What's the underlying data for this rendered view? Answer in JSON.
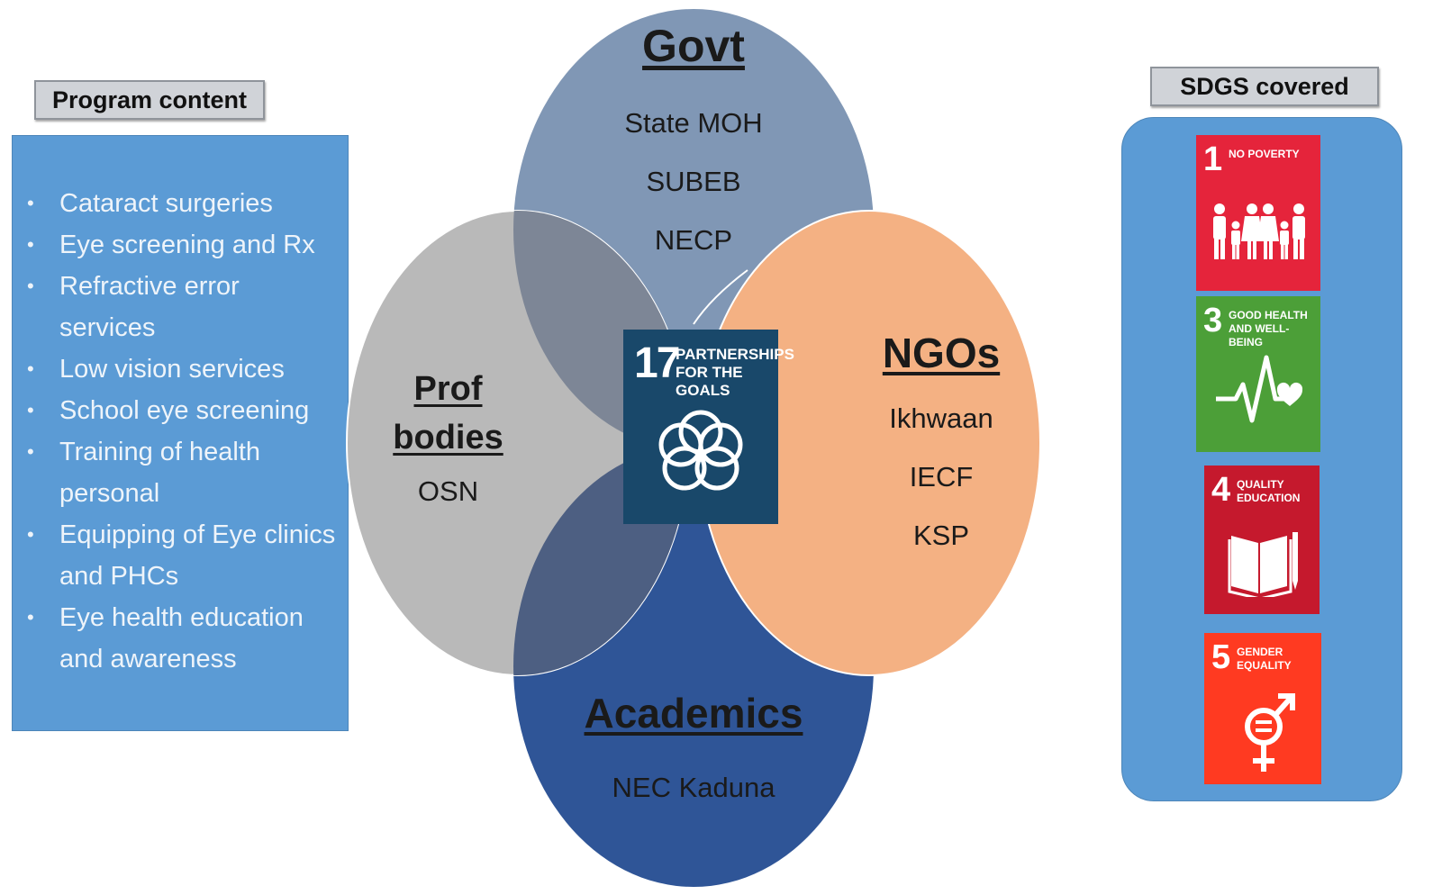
{
  "program": {
    "label": "Program content",
    "items": [
      "Cataract surgeries",
      "Eye screening and Rx",
      "Refractive error services",
      "Low vision services",
      "School eye screening",
      "Training of health personal",
      "Equipping of Eye clinics and PHCs",
      "Eye health education and awareness"
    ]
  },
  "venn": {
    "govt": {
      "heading": "Govt",
      "members": [
        "State MOH",
        "SUBEB",
        "NECP"
      ],
      "color": "#8097b5"
    },
    "ngos": {
      "heading": "NGOs",
      "members": [
        "Ikhwaan",
        "IECF",
        "KSP"
      ],
      "color": "#f4b183"
    },
    "prof": {
      "heading_line1": "Prof",
      "heading_line2": "bodies",
      "members": [
        "OSN"
      ],
      "color": "#b9b9b9"
    },
    "academics": {
      "heading": "Academics",
      "members": [
        "NEC Kaduna"
      ],
      "color": "#2f5597"
    }
  },
  "center_tile": {
    "number": "17",
    "text": "PARTNERSHIPS FOR THE GOALS",
    "color": "#19486a",
    "icon": "flower-rings-icon"
  },
  "sdgs": {
    "label": "SDGS covered",
    "tiles": [
      {
        "number": "1",
        "text": "NO POVERTY",
        "color": "#e5243b",
        "icon": "family-icon"
      },
      {
        "number": "3",
        "text": "GOOD HEALTH AND WELL-BEING",
        "color": "#4c9f38",
        "icon": "heartbeat-icon"
      },
      {
        "number": "4",
        "text": "QUALITY EDUCATION",
        "color": "#c5192d",
        "icon": "book-pencil-icon"
      },
      {
        "number": "5",
        "text": "GENDER EQUALITY",
        "color": "#ff3a21",
        "icon": "gender-equality-icon"
      }
    ]
  }
}
